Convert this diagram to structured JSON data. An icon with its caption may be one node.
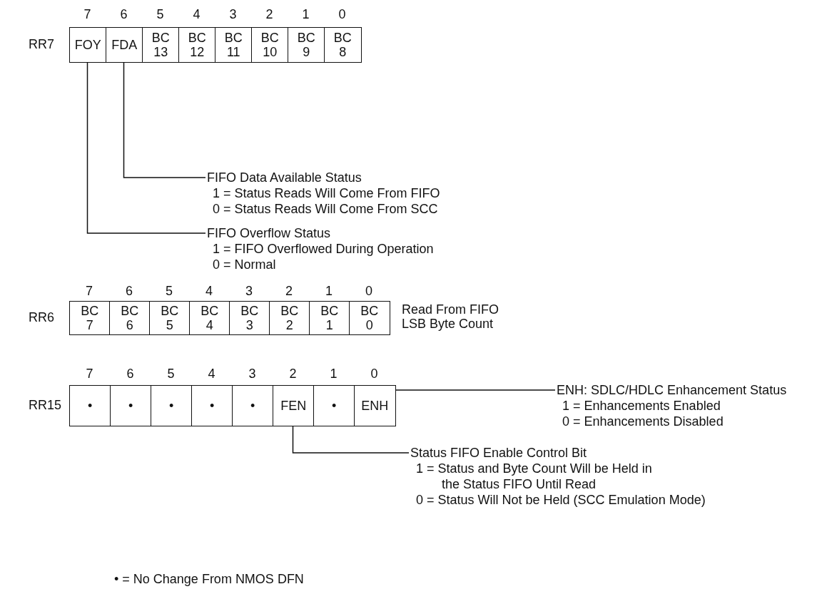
{
  "diagram": {
    "nodes": [
      {
        "text": [
          "RR7"
        ]
      },
      {
        "text": [
          "FOY"
        ],
        "in": 0
      },
      {
        "text": [
          "FDA"
        ],
        "in": 0
      },
      {
        "text": [
          "BC 13"
        ],
        "in": 0
      },
      {
        "text": [
          "BC 12"
        ],
        "in": 0
      },
      {
        "text": [
          "BC 11"
        ],
        "in": 0
      },
      {
        "text": [
          "BC 10"
        ],
        "in": 0
      },
      {
        "text": [
          "BC 9"
        ],
        "in": 0
      },
      {
        "text": [
          "BC 8"
        ],
        "in": 0
      },
      {
        "text": [
          "FIFO Data Available Status",
          "1 = Status Reads Will Come From FIFO",
          "0 = Status Reads Will Come From SCC"
        ]
      },
      {
        "text": [
          "FIFO Overflow Status",
          "1 = FIFO Overflowed During Operation",
          "0 = Normal"
        ]
      },
      {
        "text": [
          "RR6"
        ],
        "beside": [
          "Read From FIFO LSB Byte Count"
        ]
      },
      {
        "text": [
          "BC 7"
        ],
        "in": 11
      },
      {
        "text": [
          "BC 6"
        ],
        "in": 11
      },
      {
        "text": [
          "BC 5"
        ],
        "in": 11
      },
      {
        "text": [
          "BC 4"
        ],
        "in": 11
      },
      {
        "text": [
          "BC 3"
        ],
        "in": 11
      },
      {
        "text": [
          "BC 2"
        ],
        "in": 11
      },
      {
        "text": [
          "BC 1"
        ],
        "in": 11
      },
      {
        "text": [
          "BC 0"
        ],
        "in": 11
      },
      {
        "text": [
          "RR15"
        ]
      },
      {
        "text": [
          "•"
        ],
        "in": 20
      },
      {
        "text": [
          "•"
        ],
        "in": 20
      },
      {
        "text": [
          "•"
        ],
        "in": 20
      },
      {
        "text": [
          "•"
        ],
        "in": 20
      },
      {
        "text": [
          "•"
        ],
        "in": 20
      },
      {
        "text": [
          "FEN"
        ],
        "in": 20
      },
      {
        "text": [
          "•"
        ],
        "in": 20
      },
      {
        "text": [
          "ENH"
        ],
        "in": 20
      },
      {
        "text": [
          "ENH: SDLC/HDLC Enhancement Status",
          "1 = Enhancements Enabled",
          "0 = Enhancements Disabled"
        ]
      },
      {
        "text": [
          "Status FIFO Enable Control Bit",
          "1 = Status and Byte Count Will be Held in the Status FIFO Until Read",
          "0 = Status Will Not be Held (SCC Emulation Mode)"
        ]
      }
    ],
    "edges": [
      {
        "from": 2,
        "to": 9,
        "arrow": "none"
      },
      {
        "from": 1,
        "to": 10,
        "arrow": "none"
      },
      {
        "from": 28,
        "to": 29,
        "arrow": "none"
      },
      {
        "from": 26,
        "to": 30,
        "arrow": "none"
      }
    ],
    "labels": [
      "7",
      "6",
      "5",
      "4",
      "3",
      "2",
      "1",
      "0",
      "7",
      "6",
      "5",
      "4",
      "3",
      "2",
      "1",
      "0",
      "7",
      "6",
      "5",
      "4",
      "3",
      "2",
      "1",
      "0",
      "• = No Change From NMOS DFN"
    ]
  }
}
